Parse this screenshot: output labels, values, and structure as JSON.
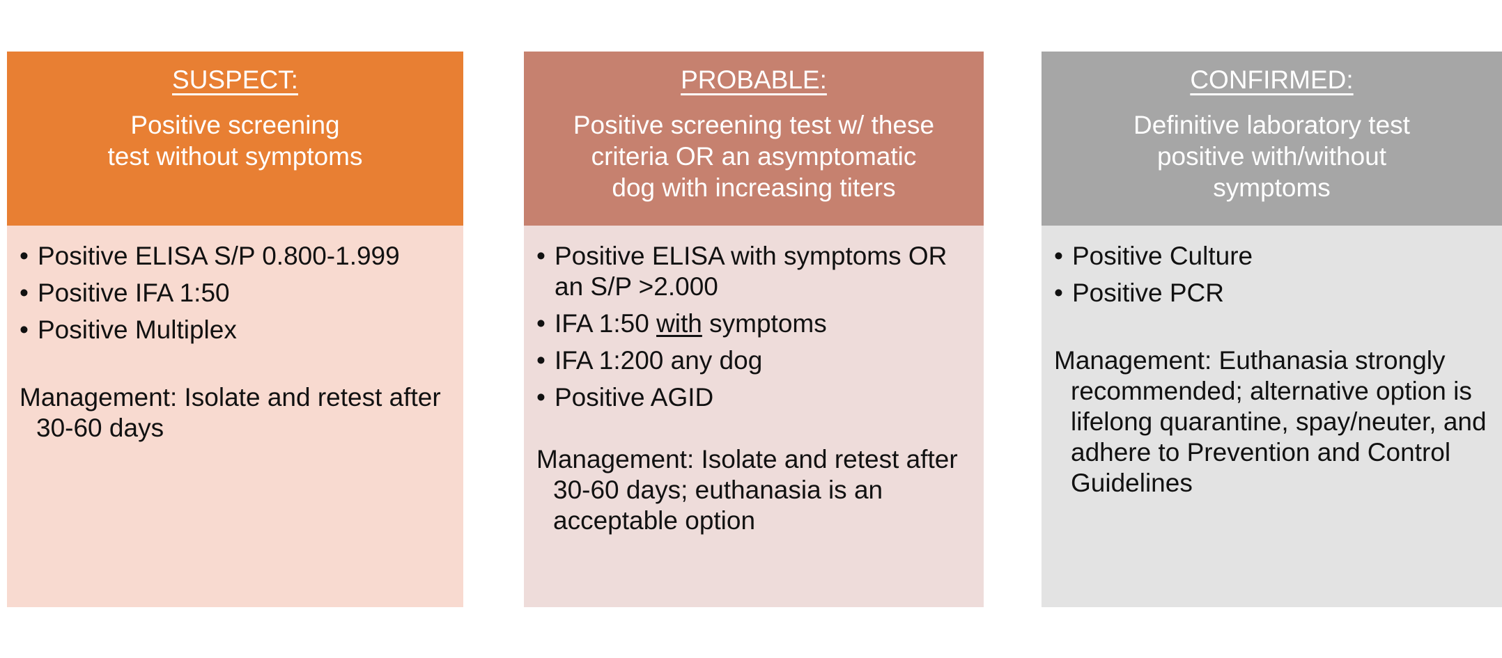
{
  "diagram": {
    "title_semantic": "heartworm-case-classification-columns",
    "columns": [
      {
        "id": "suspect",
        "header_title": "SUSPECT:",
        "header_subtitle_lines": [
          "Positive screening",
          "test without symptoms"
        ],
        "header_bg": "#E87F33",
        "body_bg": "#F8DAD0",
        "header_text_color": "#FFFFFF",
        "body_text_color": "#111111",
        "bullets": [
          "Positive ELISA S/P 0.800-1.999",
          "Positive IFA 1:50",
          "Positive Multiplex"
        ],
        "management": "Management: Isolate and retest after 30-60 days"
      },
      {
        "id": "probable",
        "header_title": "PROBABLE:",
        "header_subtitle_lines": [
          "Positive screening test w/ these",
          "criteria OR an asymptomatic",
          "dog with increasing titers"
        ],
        "header_bg": "#C6816F",
        "body_bg": "#EEDCDA",
        "header_text_color": "#FFFFFF",
        "body_text_color": "#111111",
        "bullets": [
          "Positive ELISA with symptoms OR an S/P >2.000",
          "IFA 1:50 with symptoms",
          "IFA 1:200 any dog",
          "Positive AGID"
        ],
        "bullet_underline_word": "with",
        "management": "Management: Isolate and retest after 30-60 days; euthanasia is an acceptable option"
      },
      {
        "id": "confirmed",
        "header_title": "CONFIRMED:",
        "header_subtitle_lines": [
          "Definitive laboratory test",
          "positive with/without",
          "symptoms"
        ],
        "header_bg": "#A6A6A6",
        "body_bg": "#E3E3E3",
        "header_text_color": "#FFFFFF",
        "body_text_color": "#111111",
        "bullets": [
          "Positive Culture",
          "Positive PCR"
        ],
        "management": "Management: Euthanasia strongly recommended; alternative option is lifelong quarantine, spay/neuter, and adhere to Prevention and Control Guidelines"
      }
    ]
  }
}
